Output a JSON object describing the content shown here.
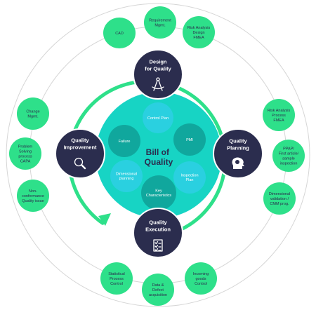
{
  "center": {
    "title_lines": [
      "Bill of",
      "Quality"
    ]
  },
  "inner_elements": [
    {
      "id": "control-plan",
      "lines": [
        "Control Plan"
      ]
    },
    {
      "id": "pmi",
      "lines": [
        "PMI"
      ]
    },
    {
      "id": "inspection-plan",
      "lines": [
        "Inspection",
        "Plan"
      ]
    },
    {
      "id": "key-characteristics",
      "lines": [
        "Key",
        "Characteristics"
      ]
    },
    {
      "id": "dimensional-planning",
      "lines": [
        "Dimensional",
        "planning"
      ]
    },
    {
      "id": "failure",
      "lines": [
        "Failure"
      ]
    }
  ],
  "phases": [
    {
      "id": "design-for-quality",
      "lines": [
        "Design",
        "for Quality"
      ],
      "icon": "compass-icon"
    },
    {
      "id": "quality-planning",
      "lines": [
        "Quality",
        "Planning"
      ],
      "icon": "head-gear-icon"
    },
    {
      "id": "quality-execution",
      "lines": [
        "Quality",
        "Execution"
      ],
      "icon": "checklist-icon"
    },
    {
      "id": "quality-improvement",
      "lines": [
        "Quality",
        "Improvement"
      ],
      "icon": "magnifier-icon"
    }
  ],
  "outer_items": [
    {
      "id": "cad",
      "lines": [
        "CAD"
      ]
    },
    {
      "id": "requirement-mgmt",
      "lines": [
        "Requirement",
        "Mgmt."
      ]
    },
    {
      "id": "risk-analysis-design-fmea",
      "lines": [
        "Risk Analysis",
        "Design",
        "FMEA"
      ]
    },
    {
      "id": "risk-analysis-process-fmea",
      "lines": [
        "Risk Analysis",
        "Process",
        "FMEA"
      ]
    },
    {
      "id": "ppap-first-article",
      "lines": [
        "PPAP/",
        "First article/",
        "sample",
        "inspection"
      ]
    },
    {
      "id": "dimensional-validation",
      "lines": [
        "Dimensional",
        "validation /",
        "CMM prog."
      ]
    },
    {
      "id": "incoming-goods-control",
      "lines": [
        "Incoming",
        "goods",
        "Control"
      ]
    },
    {
      "id": "data-defect-acquisition",
      "lines": [
        "Data &",
        "Defect",
        "acquisition"
      ]
    },
    {
      "id": "statistical-process-control",
      "lines": [
        "Statistical",
        "Process",
        "Control"
      ]
    },
    {
      "id": "non-conformance-quality-issue",
      "lines": [
        "Non-",
        "conformance",
        "Quality issue"
      ]
    },
    {
      "id": "problem-solving-capa",
      "lines": [
        "Problem",
        "Solving",
        "process",
        "CAPA"
      ]
    },
    {
      "id": "change-mgmt",
      "lines": [
        "Change",
        "Mgmt."
      ]
    }
  ],
  "colors": {
    "outer_green": "#2ee08a",
    "teal": "#1fc7b6",
    "center_teal": "#17d4c4",
    "element_dark": "#10a79d",
    "element_light": "#2ad0e0",
    "navy": "#2b2d4e",
    "ring_line": "#2ee08a",
    "outline": "#d6d6d6",
    "white": "#ffffff"
  }
}
